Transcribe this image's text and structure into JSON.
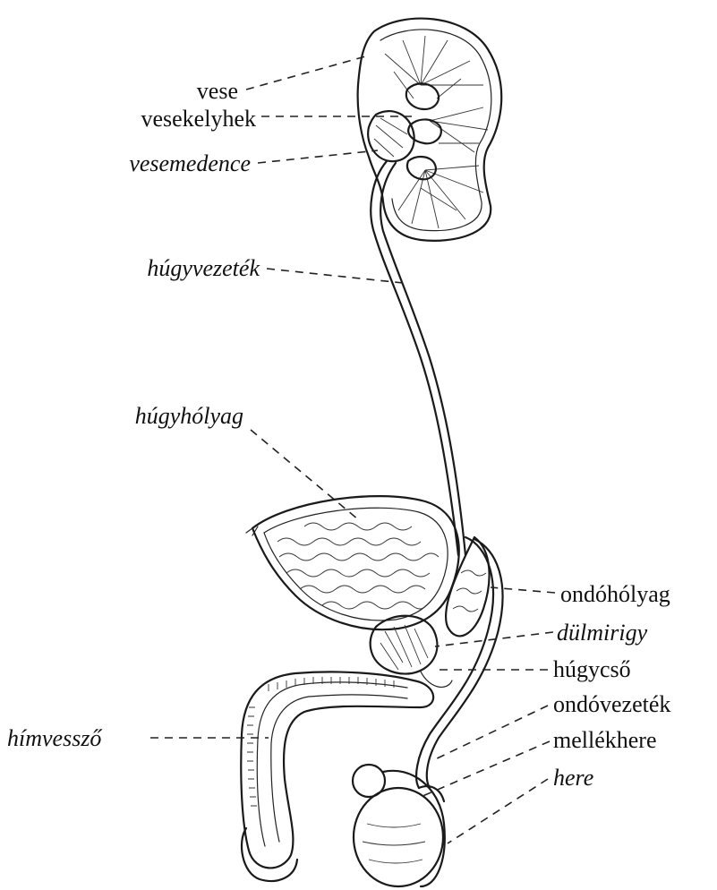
{
  "labels": {
    "vese": "vese",
    "vesekelyhek": "vesekelyhek",
    "vesemedence": "vesemedence",
    "hugyvezetek": "húgyvezeték",
    "hugyholyag": "húgyhólyag",
    "himvesszo": "hímvessző",
    "ondoholyag": "ondóhólyag",
    "dulmirigy": "dülmirigy",
    "hugycso": "húgycső",
    "ondovezetek": "ondóvezeték",
    "mellekhere": "mellékhere",
    "here": "here"
  }
}
